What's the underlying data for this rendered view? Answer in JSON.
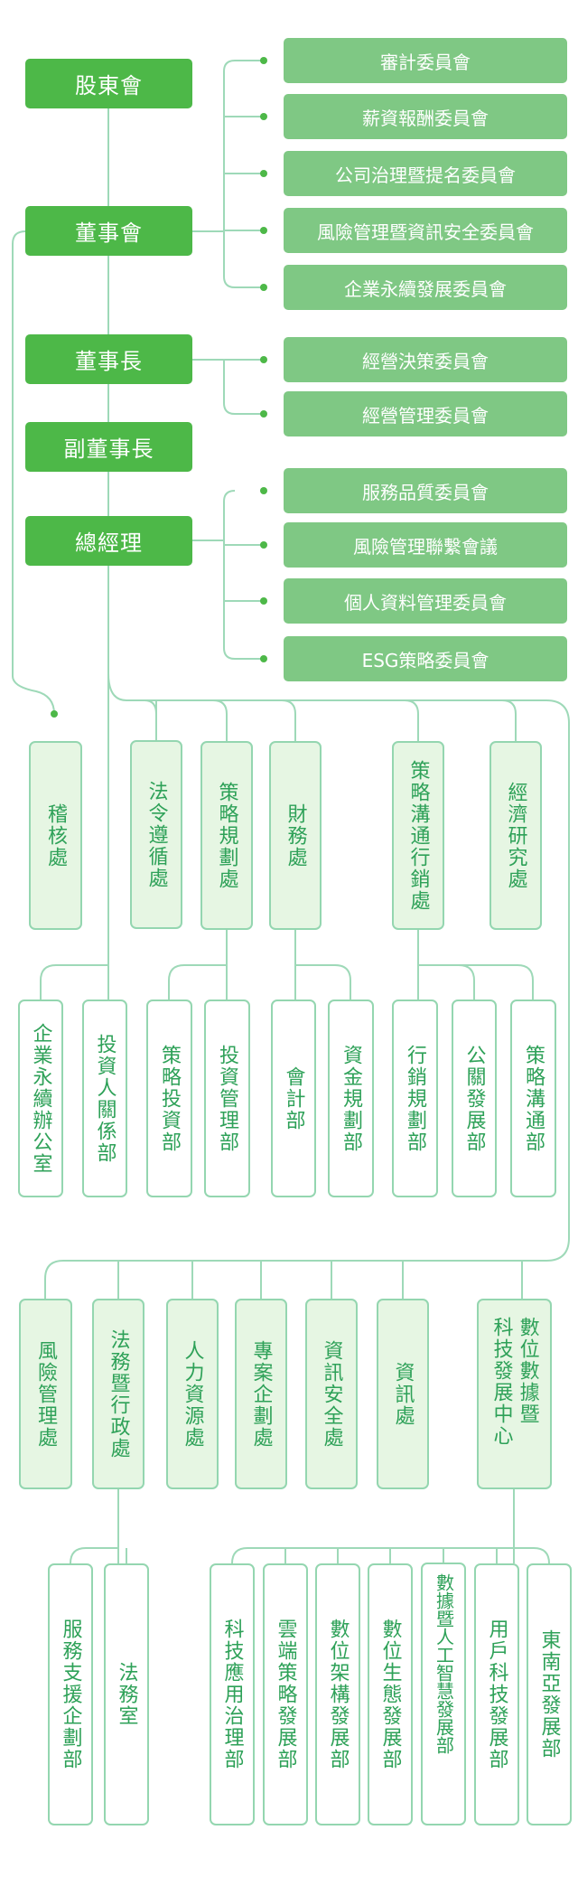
{
  "leadership": [
    "股東會",
    "董事會",
    "董事長",
    "副董事長",
    "總經理"
  ],
  "board_committees": [
    "審計委員會",
    "薪資報酬委員會",
    "公司治理暨提名委員會",
    "風險管理暨資訊安全委員會",
    "企業永續發展委員會"
  ],
  "chairman_committees": [
    "經營決策委員會",
    "經營管理委員會"
  ],
  "president_committees": [
    "服務品質委員會",
    "風險管理聯繫會議",
    "個人資料管理委員會",
    "ESG策略委員會"
  ],
  "row1": [
    "稽核處",
    "法令遵循處",
    "策略規劃處",
    "財務處",
    "策略溝通行銷處",
    "經濟研究處"
  ],
  "row2": [
    "企業永續辦公室",
    "投資人關係部",
    "策略投資部",
    "投資管理部",
    "會計部",
    "資金規劃部",
    "行銷規劃部",
    "公關發展部",
    "策略溝通部"
  ],
  "row3": [
    "風險管理處",
    "法務暨行政處",
    "人力資源處",
    "專案企劃處",
    "資訊安全處",
    "資訊處"
  ],
  "digital_center": [
    "數位數據暨",
    "科技發展中心"
  ],
  "row4": [
    "服務支援企劃部",
    "法務室",
    "科技應用治理部",
    "雲端策略發展部",
    "數位架構發展部",
    "數位生態發展部",
    "數據暨人工智慧發展部",
    "用戶科技發展部",
    "東南亞發展部"
  ],
  "colors": {
    "primary": "#4db848",
    "committee": "#7fc884",
    "line": "#9ed9b8",
    "text": "#2ea158",
    "pale": "#e6f6e3"
  }
}
